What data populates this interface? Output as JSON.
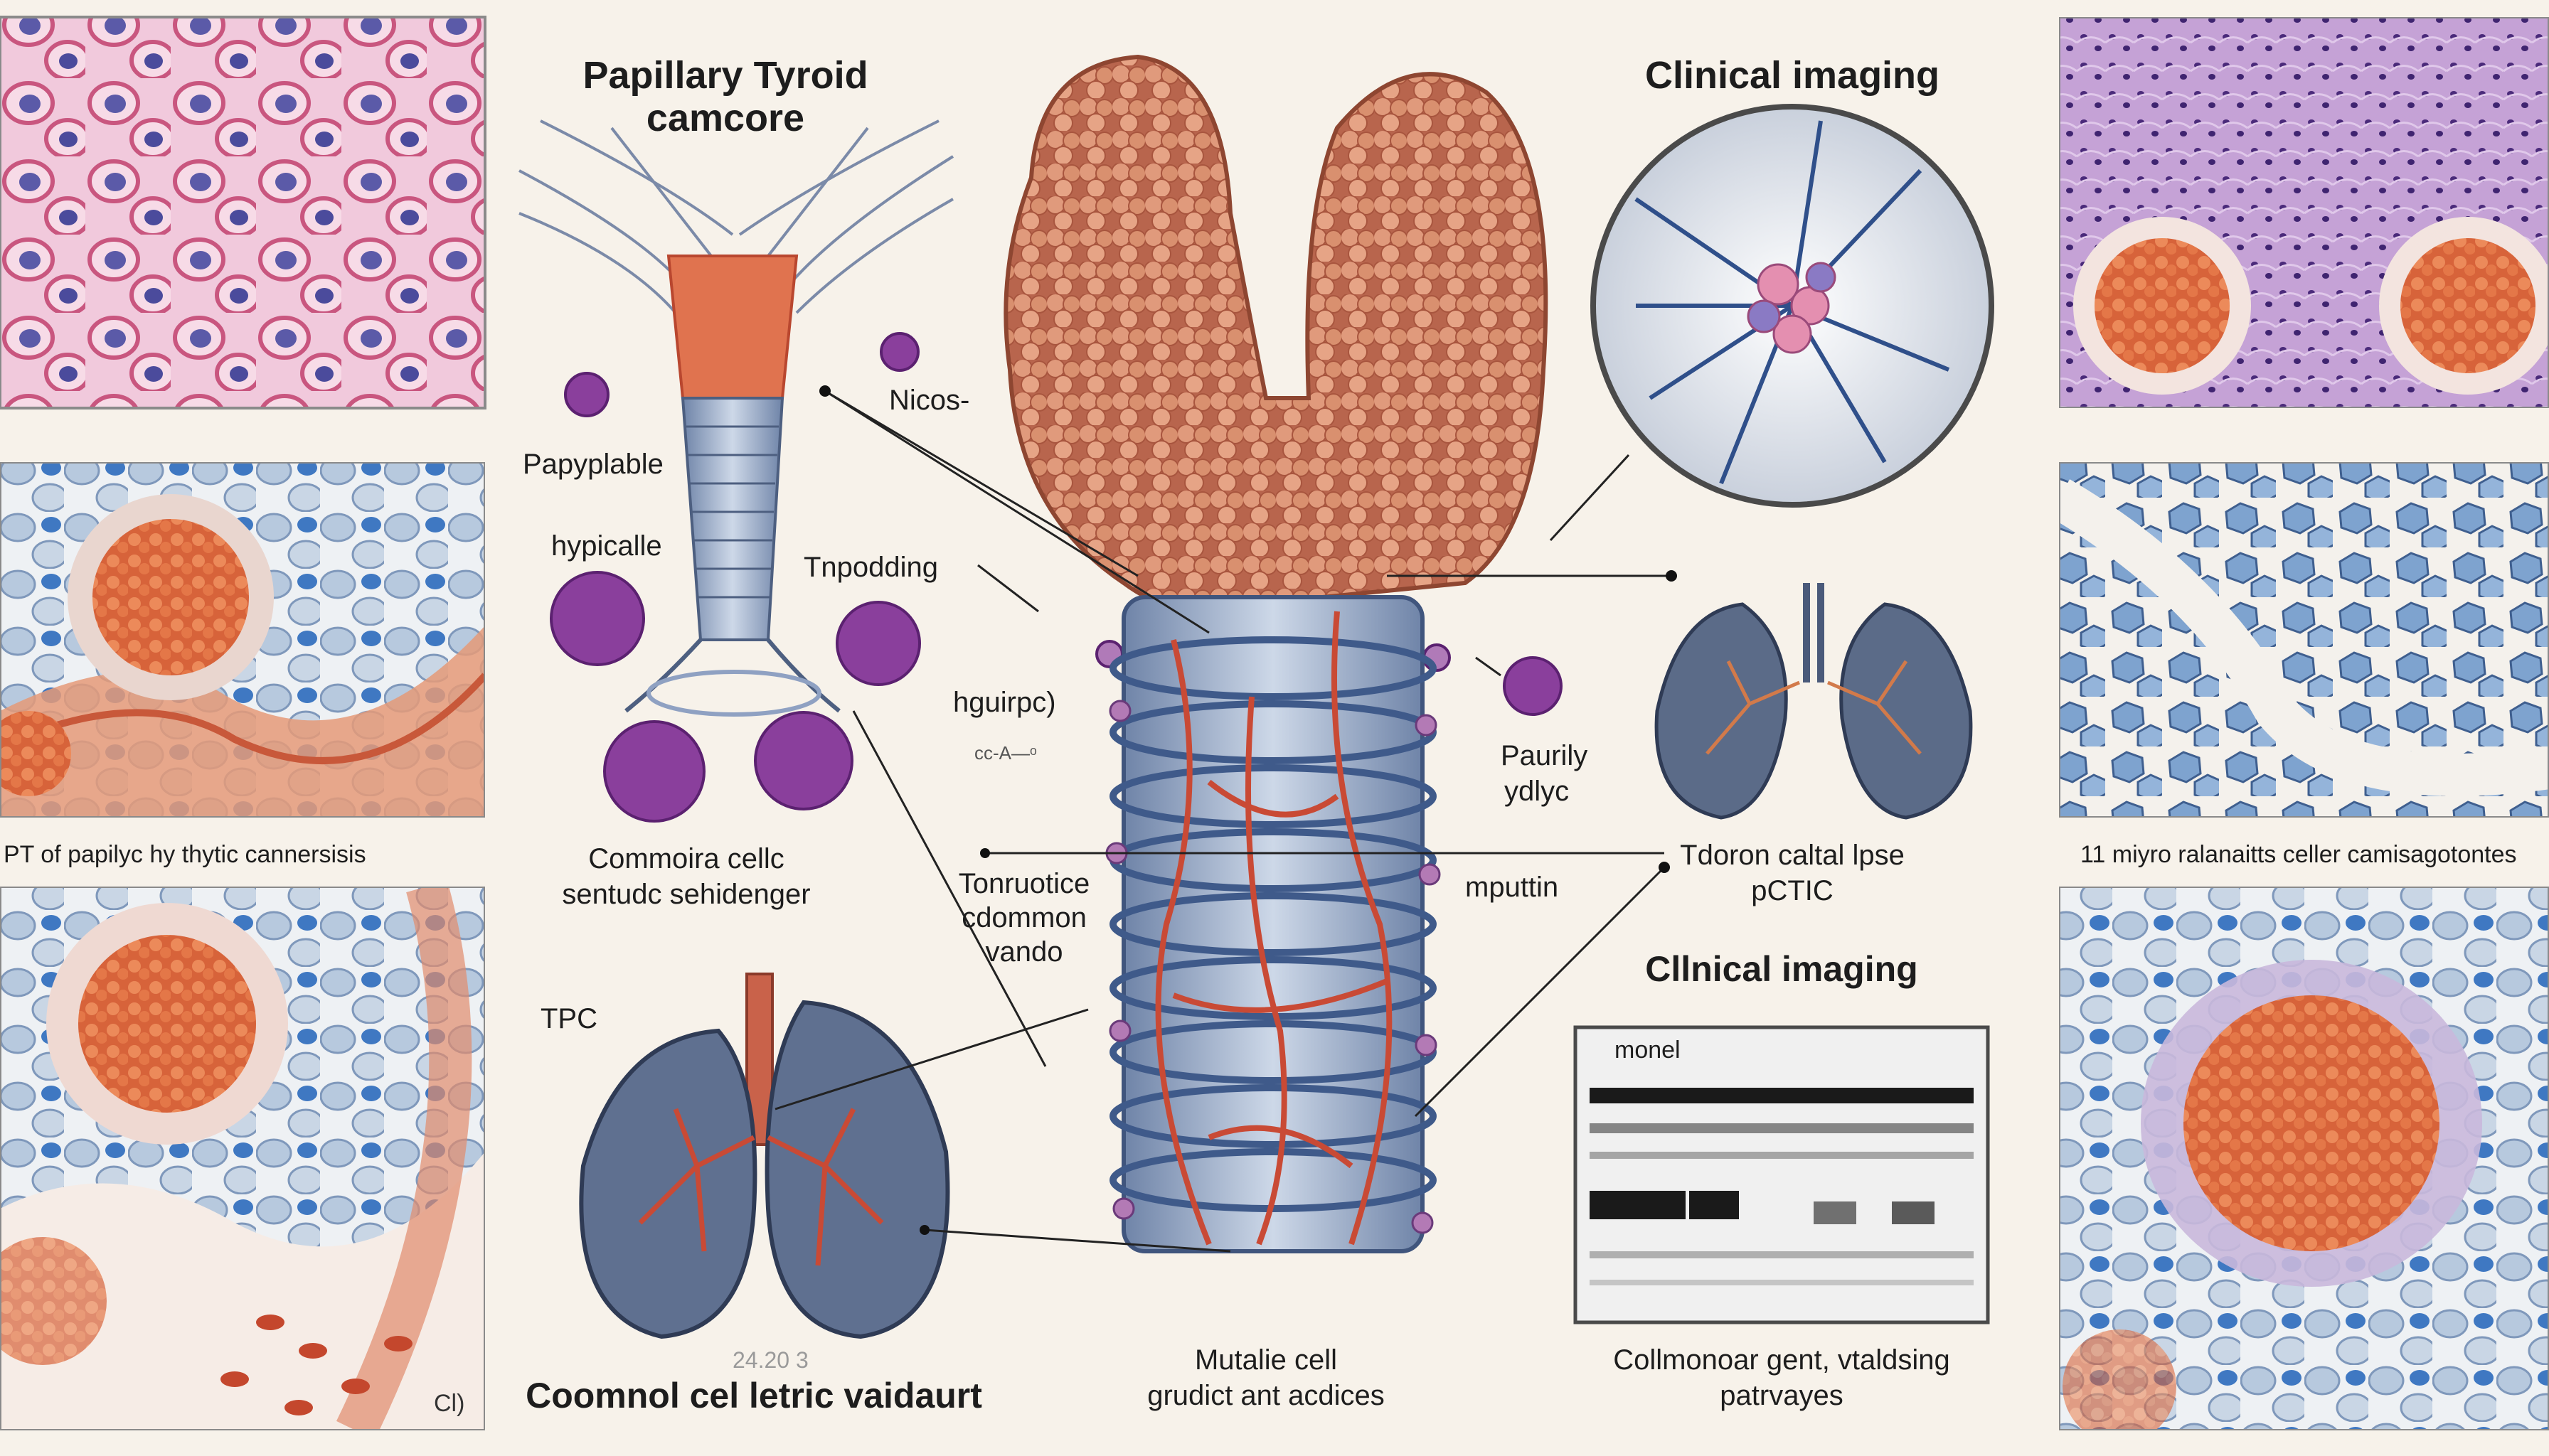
{
  "labels": {
    "title_line1": "Papillary Tyroid",
    "title_line2": "camcore",
    "nicos": "Nicos-",
    "papyplable": "Papyplable",
    "hypicalle": "hypicalle",
    "tnpodding": "Tnpodding",
    "hguirpe": "hguirpc)",
    "cc_code": "cc-A—ᵒ",
    "clinical_imaging_top": "Clinical imaging",
    "paurily": "Paurily",
    "ydlyc": "ydlyc",
    "left_caption": "PT of papilyc hy thytic cannersisis",
    "right_caption": "11 miyro ralanaitts celler camisagotontes",
    "commoira_line1": "Commoira cellc",
    "commoira_line2": "sentudc sehidenger",
    "tonruotice_line1": "Tonruotice",
    "tonruotice_line2": "cdommon",
    "tonruotice_line3": "vando",
    "mputtin": "mputtin",
    "tdoron_line1": "Tdoron caltal lpse",
    "tdoron_line2": "pCTIC",
    "clinical_imaging_bottom": "Cllnical imaging",
    "monel": "monel",
    "tpc": "TPC",
    "num_code": "24.20 3",
    "bottom_left_title": "Coomnol cel letric vaidaurt",
    "mutalie_line1": "Mutalie cell",
    "mutalie_line2": "grudict ant acdices",
    "collmonoar_line1": "Collmonoar gent, vtaldsing",
    "collmonoar_line2": "patrvayes",
    "corner_mark": "Cl)"
  },
  "colors": {
    "background": "#f7f2ea",
    "thyroid": "#c8775c",
    "trachea": "#8ea4c4",
    "vessel": "#c94a35",
    "cell_purple": "#8a3f9c",
    "lung": "#5b6b88",
    "histology_pink": "#e7b3c9",
    "histology_blue": "#7fa1cf"
  }
}
